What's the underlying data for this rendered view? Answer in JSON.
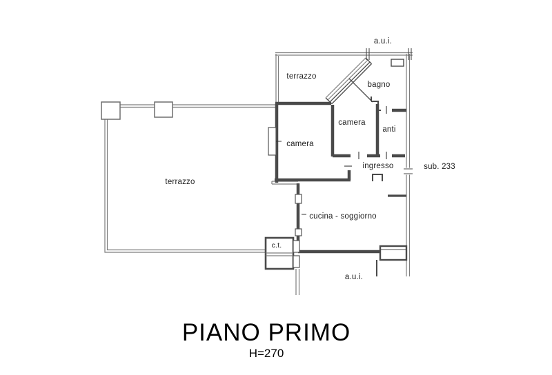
{
  "title": {
    "main": "PIANO PRIMO",
    "height_note": "H=270"
  },
  "labels": {
    "aui_top": "a.u.i.",
    "terrazzo_upper": "terrazzo",
    "bagno": "bagno",
    "camera_right": "camera",
    "camera_left": "camera",
    "anti": "anti",
    "ingresso": "ingresso",
    "sub_233": "sub. 233",
    "terrazzo_main": "terrazzo",
    "cucina_soggiorno": "cucina - soggiorno",
    "ct": "c.t.",
    "aui_bottom": "a.u.i."
  },
  "colors": {
    "wall": "#4a4a4a",
    "parapet": "#7d7d7d",
    "text": "#1f1f1f",
    "background": "#ffffff"
  }
}
